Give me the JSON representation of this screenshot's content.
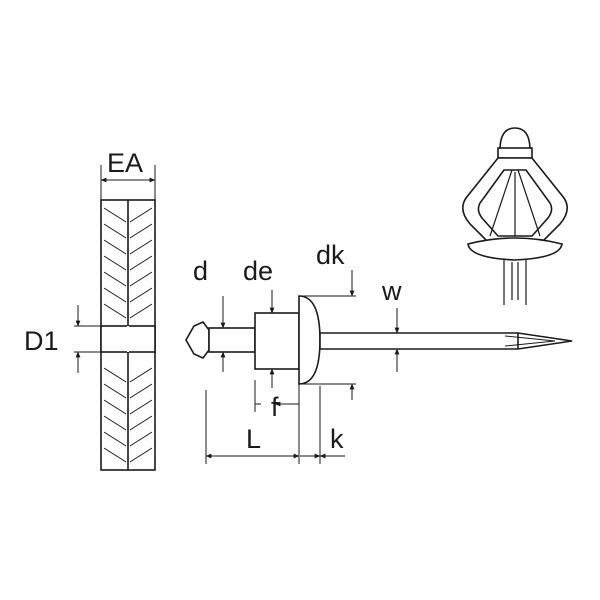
{
  "diagram": {
    "labels": {
      "EA": "EA",
      "D1": "D1",
      "d": "d",
      "de": "de",
      "dk": "dk",
      "w": "w",
      "f": "f",
      "L": "L",
      "k": "k"
    },
    "colors": {
      "line": "#1a1a1a",
      "background": "#ffffff"
    }
  }
}
